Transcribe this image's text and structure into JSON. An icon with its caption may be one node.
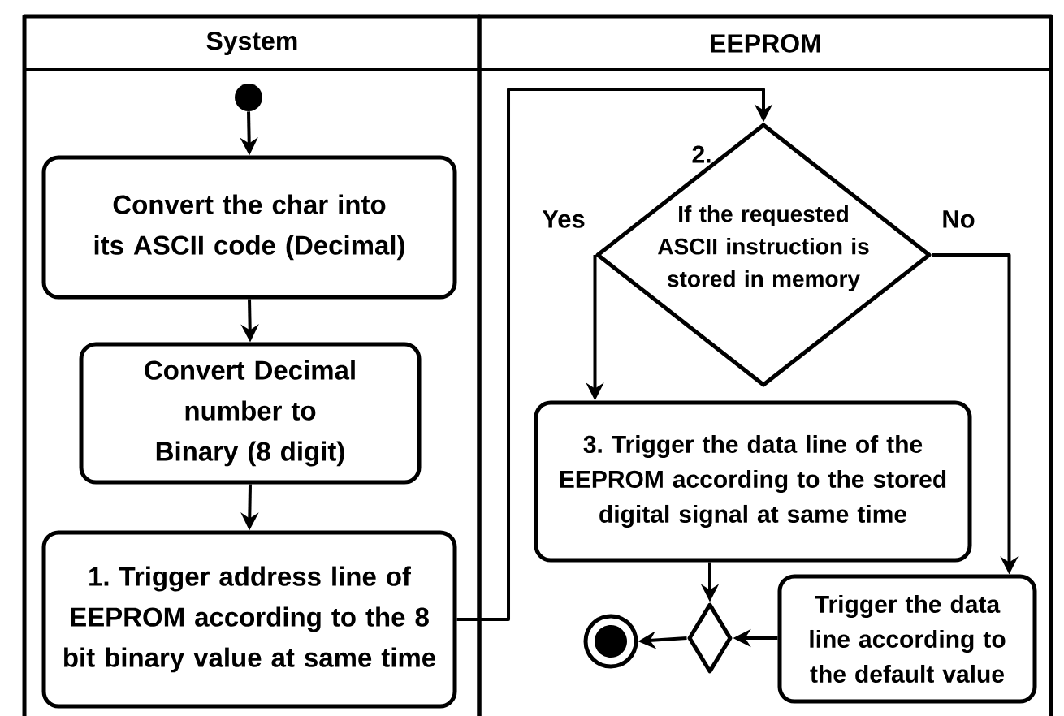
{
  "diagram": {
    "nodes": [
      {
        "text": [
          "System"
        ]
      },
      {
        "text": [
          "EEPROM"
        ]
      },
      {
        "text": [],
        "shape": "circle",
        "in": 0
      },
      {
        "text": [
          "Convert the char into its ASCII code (Decimal)"
        ],
        "in": 0
      },
      {
        "text": [
          "Convert Decimal number to Binary (8 digit)"
        ],
        "in": 0
      },
      {
        "text": [
          "1. Trigger address line of EEPROM according to the 8 bit binary value at same time"
        ],
        "in": 0
      },
      {
        "text": [
          "2.",
          "If the requested ASCII instruction is stored in memory"
        ],
        "in": 1
      },
      {
        "text": [
          "3. Trigger the data line of the EEPROM according to the stored digital signal at same time"
        ],
        "in": 1
      },
      {
        "text": [
          "Trigger the data line according to the default value"
        ],
        "in": 1
      },
      {
        "text": [],
        "shape": "diamond",
        "in": 1
      },
      {
        "text": [],
        "shape": "circle",
        "in": 1
      }
    ],
    "edges": [
      {
        "from": 2,
        "to": 3,
        "arrow": "to"
      },
      {
        "from": 3,
        "to": 4,
        "arrow": "to"
      },
      {
        "from": 4,
        "to": 5,
        "arrow": "to"
      },
      {
        "from": 5,
        "to": 6,
        "arrow": "to"
      },
      {
        "from": 6,
        "to": 7,
        "arrow": "to",
        "label": "Yes"
      },
      {
        "from": 6,
        "to": 8,
        "arrow": "to",
        "label": "No"
      },
      {
        "from": 7,
        "to": 9,
        "arrow": "to"
      },
      {
        "from": 8,
        "to": 9,
        "arrow": "to"
      },
      {
        "from": 9,
        "to": 10,
        "arrow": "to"
      }
    ]
  }
}
